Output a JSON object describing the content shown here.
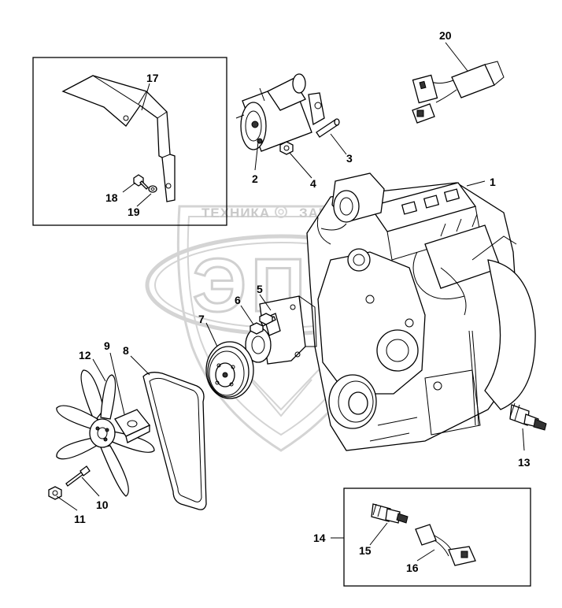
{
  "watermark": {
    "left_text": "ТЕХНИКА",
    "right_text": "ЗАПЧАСТИ",
    "logo_text": "ЭПС"
  },
  "callouts": {
    "c1": "1",
    "c2": "2",
    "c3": "3",
    "c4": "4",
    "c5": "5",
    "c6": "6",
    "c7": "7",
    "c8": "8",
    "c9": "9",
    "c10": "10",
    "c11": "11",
    "c12": "12",
    "c13": "13",
    "c14": "14",
    "c15": "15",
    "c16": "16",
    "c17": "17",
    "c18": "18",
    "c19": "19",
    "c20": "20"
  }
}
